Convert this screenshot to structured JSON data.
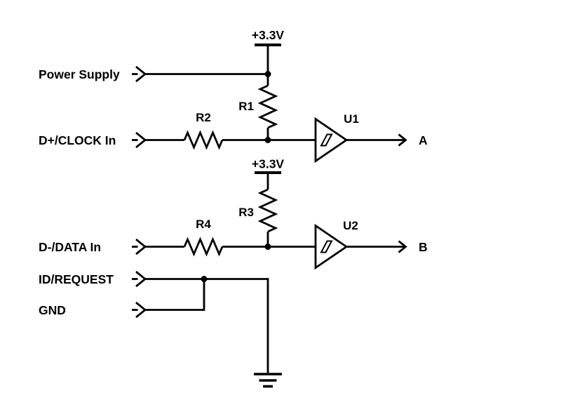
{
  "schematic": {
    "background_color": "#ffffff",
    "stroke_color": "#000000",
    "inputs": [
      {
        "label": "Power Supply"
      },
      {
        "label": "D+/CLOCK In"
      },
      {
        "label": "D-/DATA In"
      },
      {
        "label": "ID/REQUEST"
      },
      {
        "label": "GND"
      }
    ],
    "outputs": [
      {
        "label": "A"
      },
      {
        "label": "B"
      }
    ],
    "power_nets": [
      {
        "label": "+3.3V"
      },
      {
        "label": "+3.3V"
      }
    ],
    "resistors": [
      {
        "ref": "R1",
        "orientation": "vertical",
        "role": "pull-up from D+/CLOCK node to +3.3V"
      },
      {
        "ref": "R2",
        "orientation": "horizontal",
        "role": "series on D+/CLOCK In"
      },
      {
        "ref": "R3",
        "orientation": "vertical",
        "role": "pull-up from D-/DATA node to +3.3V"
      },
      {
        "ref": "R4",
        "orientation": "horizontal",
        "role": "series on D-/DATA In"
      }
    ],
    "buffers": [
      {
        "ref": "U1",
        "type": "schmitt-trigger-buffer",
        "output": "A"
      },
      {
        "ref": "U2",
        "type": "schmitt-trigger-buffer",
        "output": "B"
      }
    ],
    "ground": {
      "symbol": "earth-ground",
      "connected": [
        "ID/REQUEST",
        "GND"
      ]
    }
  }
}
